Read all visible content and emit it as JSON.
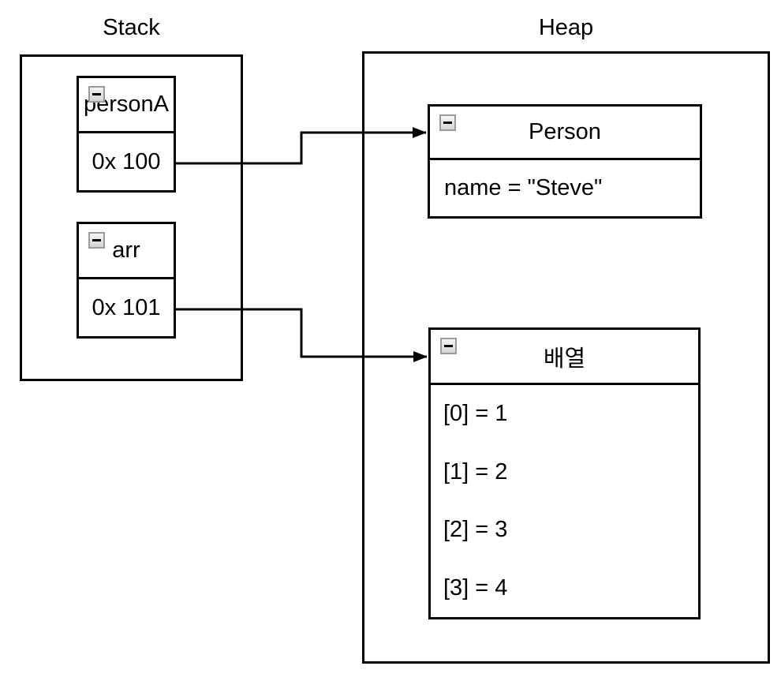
{
  "colors": {
    "background": "#ffffff",
    "stroke": "#000000",
    "collapse_icon_fill": "#e8e8e8",
    "collapse_icon_border": "#9b9b9b"
  },
  "icons": {
    "collapse_glyph": "minus"
  },
  "stack": {
    "title": "Stack",
    "variables": [
      {
        "name": "personA",
        "value": "0x 100"
      },
      {
        "name": "arr",
        "value": "0x 101"
      }
    ]
  },
  "heap": {
    "title": "Heap",
    "objects": [
      {
        "title": "Person",
        "fields": [
          "name = \"Steve\""
        ]
      },
      {
        "title": "배열",
        "fields": [
          "[0] = 1",
          "[1] = 2",
          "[2] = 3",
          "[3] = 4"
        ]
      }
    ]
  },
  "pointers": [
    {
      "from_value": "0x 100",
      "to_object": "Person"
    },
    {
      "from_value": "0x 101",
      "to_object": "배열"
    }
  ]
}
